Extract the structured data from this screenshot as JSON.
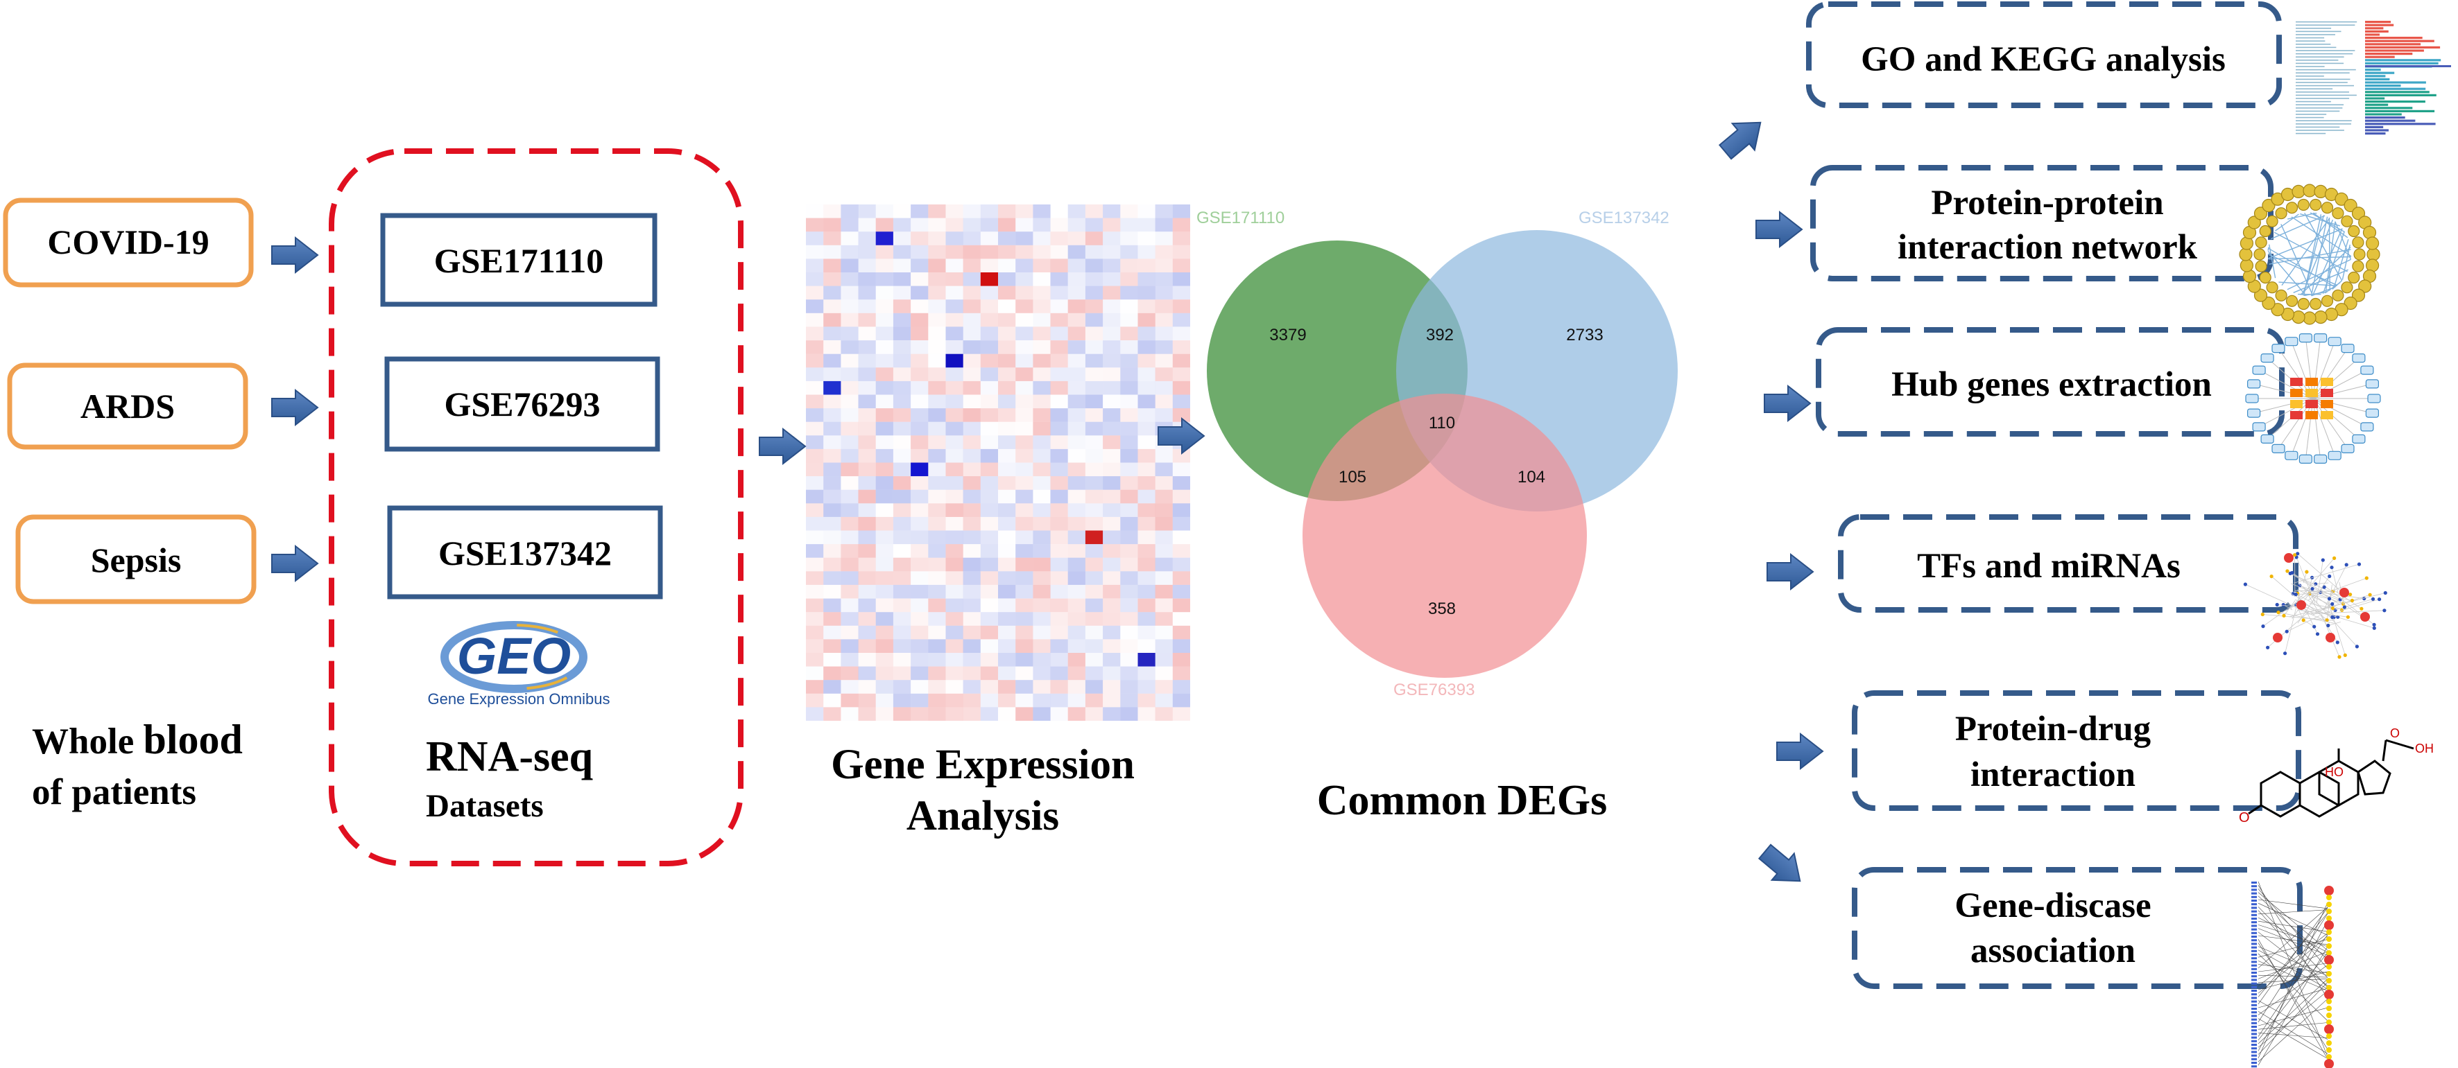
{
  "conditions": [
    {
      "label": "COVID-19"
    },
    {
      "label": "ARDS"
    },
    {
      "label": "Sepsis"
    }
  ],
  "conditions_caption_line1_a": "Whole ",
  "conditions_caption_line1_b": "blood",
  "conditions_caption_line2": "of patients",
  "datasets": [
    {
      "label": "GSE171110"
    },
    {
      "label": "GSE76293"
    },
    {
      "label": "GSE137342"
    }
  ],
  "geo_logo": {
    "letters": "GEO",
    "tagline": "Gene Expression Omnibus"
  },
  "datasets_caption_line1": "RNA-seq",
  "datasets_caption_line2": "Datasets",
  "expression_caption_line1": "Gene Expression",
  "expression_caption_line2": "Analysis",
  "venn": {
    "sets": [
      {
        "name": "GSE171110",
        "color": "#3d8f3a"
      },
      {
        "name": "GSE137342",
        "color": "#8db8de"
      },
      {
        "name": "GSE76393",
        "color": "#f28e93"
      }
    ],
    "regions": {
      "a_only": "3379",
      "b_only": "2733",
      "c_only": "358",
      "ab": "392",
      "ac": "105",
      "bc": "104",
      "abc": "110"
    }
  },
  "venn_caption": "Common DEGs",
  "analyses": [
    {
      "line1": "GO and KEGG analysis",
      "line2": ""
    },
    {
      "line1": "Protein-protein",
      "line2": "interaction network"
    },
    {
      "line1": "Hub  genes extraction",
      "line2": ""
    },
    {
      "line1": "TFs and miRNAs",
      "line2": ""
    },
    {
      "line1": "Protein-drug",
      "line2": "interaction"
    },
    {
      "line1": "Gene-discase",
      "line2": "association"
    }
  ],
  "colors": {
    "orange_border": "#f0a050",
    "navy_border": "#355a8a",
    "red_dashed": "#e01020",
    "arrow_fill": "#3c6aa8",
    "heat_red": "#e03030",
    "heat_blue": "#2030d0"
  }
}
